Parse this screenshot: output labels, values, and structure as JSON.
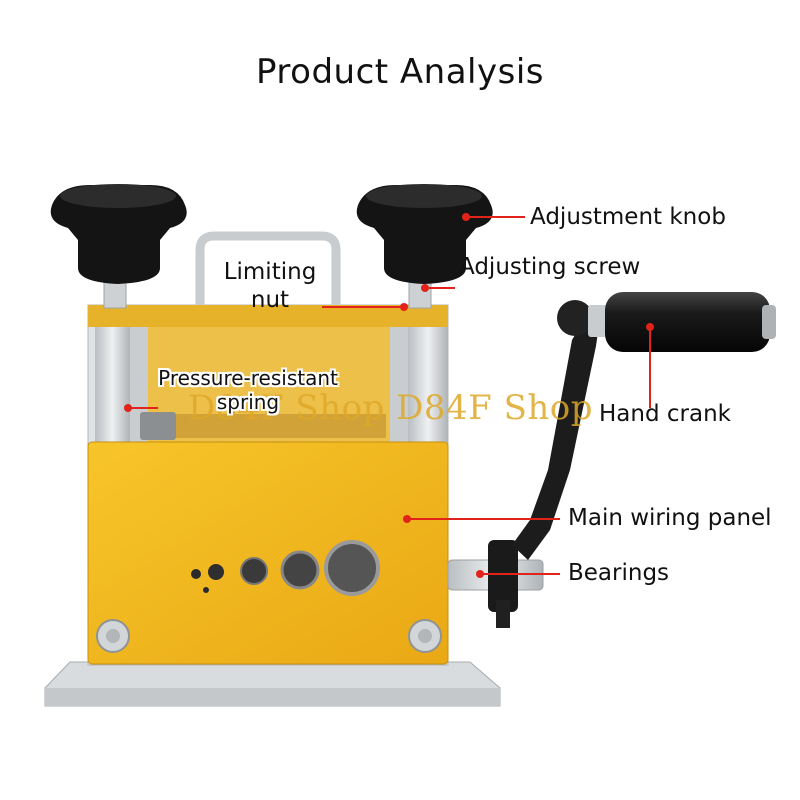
{
  "title": "Product Analysis",
  "labels": {
    "adjustment_knob": "Adjustment knob",
    "adjusting_screw": "Adjusting screw",
    "limiting_nut_line1": "Limiting",
    "limiting_nut_line2": "nut",
    "spring_line1": "Pressure-resistant",
    "spring_line2": "spring",
    "hand_crank": "Hand crank",
    "main_wiring_panel": "Main wiring panel",
    "bearings": "Bearings"
  },
  "watermark": "D84F Shop D84F Shop",
  "colors": {
    "body_yellow": "#f2b51c",
    "pointer_red": "#e2231a",
    "knob_black": "#151515",
    "metal": "#cfd3d6"
  }
}
